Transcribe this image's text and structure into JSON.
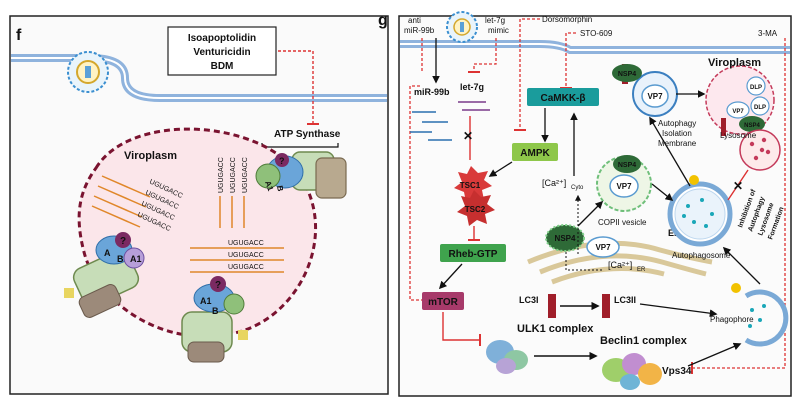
{
  "panel_f": {
    "letter": "f",
    "drugs": [
      "Isoapoptolidin",
      "Venturicidin",
      "BDM"
    ],
    "atp_synthase": "ATP Synthase",
    "viroplasm": "Viroplasm",
    "sequence": "UGUGACC",
    "question": "?",
    "subunit_a": "A",
    "subunit_b": "B",
    "subunit_a1": "A1"
  },
  "panel_g": {
    "letter": "g",
    "anti_mir_line1": "anti",
    "anti_mir_line2": "miR-99b",
    "let7g_mimic_line1": "let-7g",
    "let7g_mimic_line2": "mimic",
    "dorsomorphin": "Dorsomorphin",
    "sto609": "STO-609",
    "three_ma": "3-MA",
    "mir99b": "miR-99b",
    "let7g": "let-7g",
    "camkkb": "CaMKK-β",
    "ampk": "AMPK",
    "tsc1": "TSC1",
    "tsc2": "TSC2",
    "rheb": "Rheb-GTP",
    "mtor": "mTOR",
    "ulk1": "ULK1 complex",
    "beclin1": "Beclin1 complex",
    "vps34": "Vps34",
    "nsp4": "NSP4",
    "vp7": "VP7",
    "dlp": "DLP",
    "ca_cyto": "[Ca²⁺]",
    "ca_cyto_sub": "Cyto",
    "ca_er": "[Ca²⁺]",
    "ca_er_sub": "ER",
    "copii_vesicle": "COPII vesicle",
    "er": "ER",
    "lc3i": "LC3I",
    "lc3ii": "LC3II",
    "phagophore": "Phagophore",
    "autophagosome": "Autophagosome",
    "lysosome": "Lysosome",
    "viroplasm": "Viroplasm",
    "autophagy_membrane": [
      "Autophagy",
      "Isolation",
      "Membrane"
    ],
    "inhibition_note": [
      "Inhibition of",
      "Autophagy",
      "Lysosome",
      "Formation"
    ]
  }
}
